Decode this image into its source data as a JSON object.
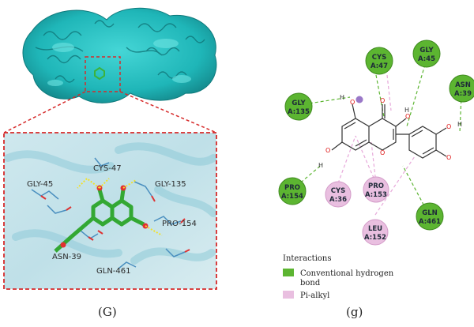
{
  "panel_g_upper": {
    "caption": "(G)",
    "labels": {
      "cys": "CYS-47",
      "gly45": "GLY-45",
      "gly135": "GLY-135",
      "pro": "PRO-154",
      "asn": "ASN-39",
      "gln": "GLN-461"
    }
  },
  "panel_g_lower": {
    "caption": "(g)",
    "residues": {
      "cys47_a": "CYS",
      "cys47_b": "A:47",
      "gly45_a": "GLY",
      "gly45_b": "A:45",
      "asn39_a": "ASN",
      "asn39_b": "A:39",
      "gly135_a": "GLY",
      "gly135_b": "A:135",
      "pro154_a": "PRO",
      "pro154_b": "A:154",
      "cys36_a": "CYS",
      "cys36_b": "A:36",
      "pro153_a": "PRO",
      "pro153_b": "A:153",
      "gln461_a": "GLN",
      "gln461_b": "A:461",
      "leu152_a": "LEU",
      "leu152_b": "A:152"
    },
    "atoms": {
      "h": "H",
      "o": "O"
    },
    "legend": {
      "title": "Interactions",
      "item1_line1": "Conventional hydrogen",
      "item1_line2": "bond",
      "item2": "Pi-alkyl",
      "color_hbond": "#5cb531",
      "color_pialkyl": "#e9bfe0"
    }
  }
}
